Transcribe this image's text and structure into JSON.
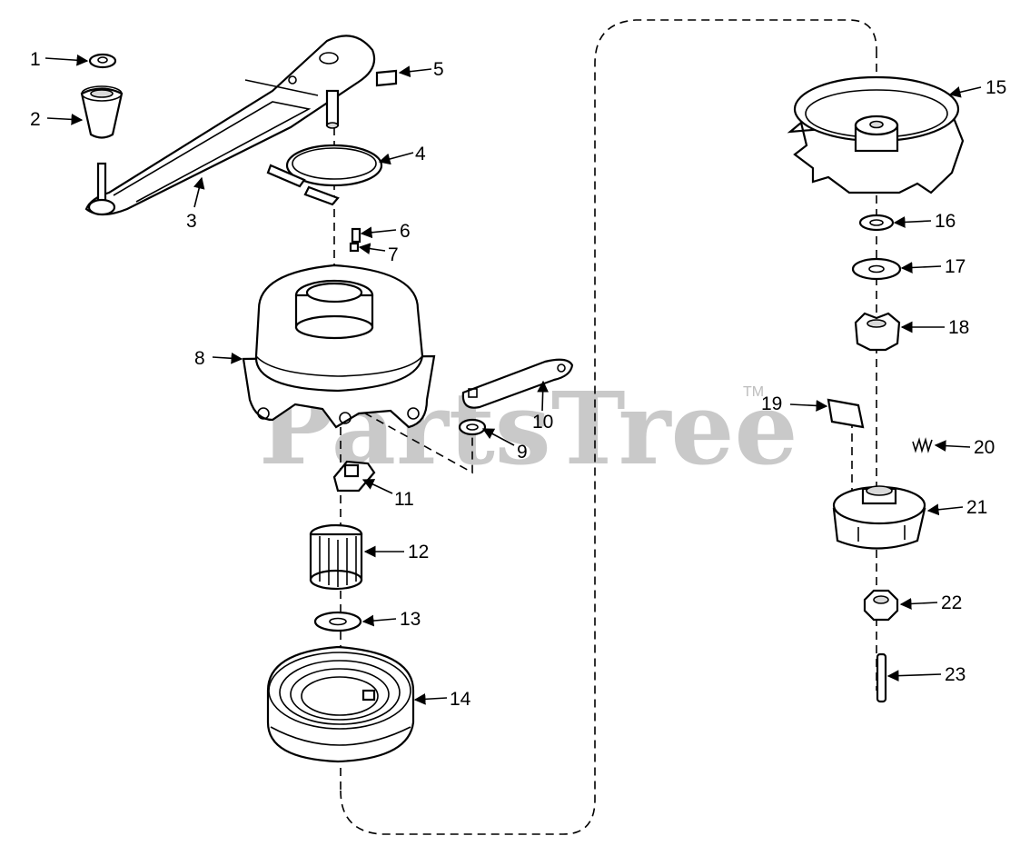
{
  "watermark": {
    "text": "PartsTree",
    "trademark": "TM"
  },
  "callouts": [
    {
      "id": "callout-1",
      "label": "1"
    },
    {
      "id": "callout-2",
      "label": "2"
    },
    {
      "id": "callout-3",
      "label": "3"
    },
    {
      "id": "callout-4",
      "label": "4"
    },
    {
      "id": "callout-5",
      "label": "5"
    },
    {
      "id": "callout-6",
      "label": "6"
    },
    {
      "id": "callout-7",
      "label": "7"
    },
    {
      "id": "callout-8",
      "label": "8"
    },
    {
      "id": "callout-9",
      "label": "9"
    },
    {
      "id": "callout-10",
      "label": "10"
    },
    {
      "id": "callout-11",
      "label": "11"
    },
    {
      "id": "callout-12",
      "label": "12"
    },
    {
      "id": "callout-13",
      "label": "13"
    },
    {
      "id": "callout-14",
      "label": "14"
    },
    {
      "id": "callout-15",
      "label": "15"
    },
    {
      "id": "callout-16",
      "label": "16"
    },
    {
      "id": "callout-17",
      "label": "17"
    },
    {
      "id": "callout-18",
      "label": "18"
    },
    {
      "id": "callout-19",
      "label": "19"
    },
    {
      "id": "callout-20",
      "label": "20"
    },
    {
      "id": "callout-21",
      "label": "21"
    },
    {
      "id": "callout-22",
      "label": "22"
    },
    {
      "id": "callout-23",
      "label": "23"
    }
  ]
}
